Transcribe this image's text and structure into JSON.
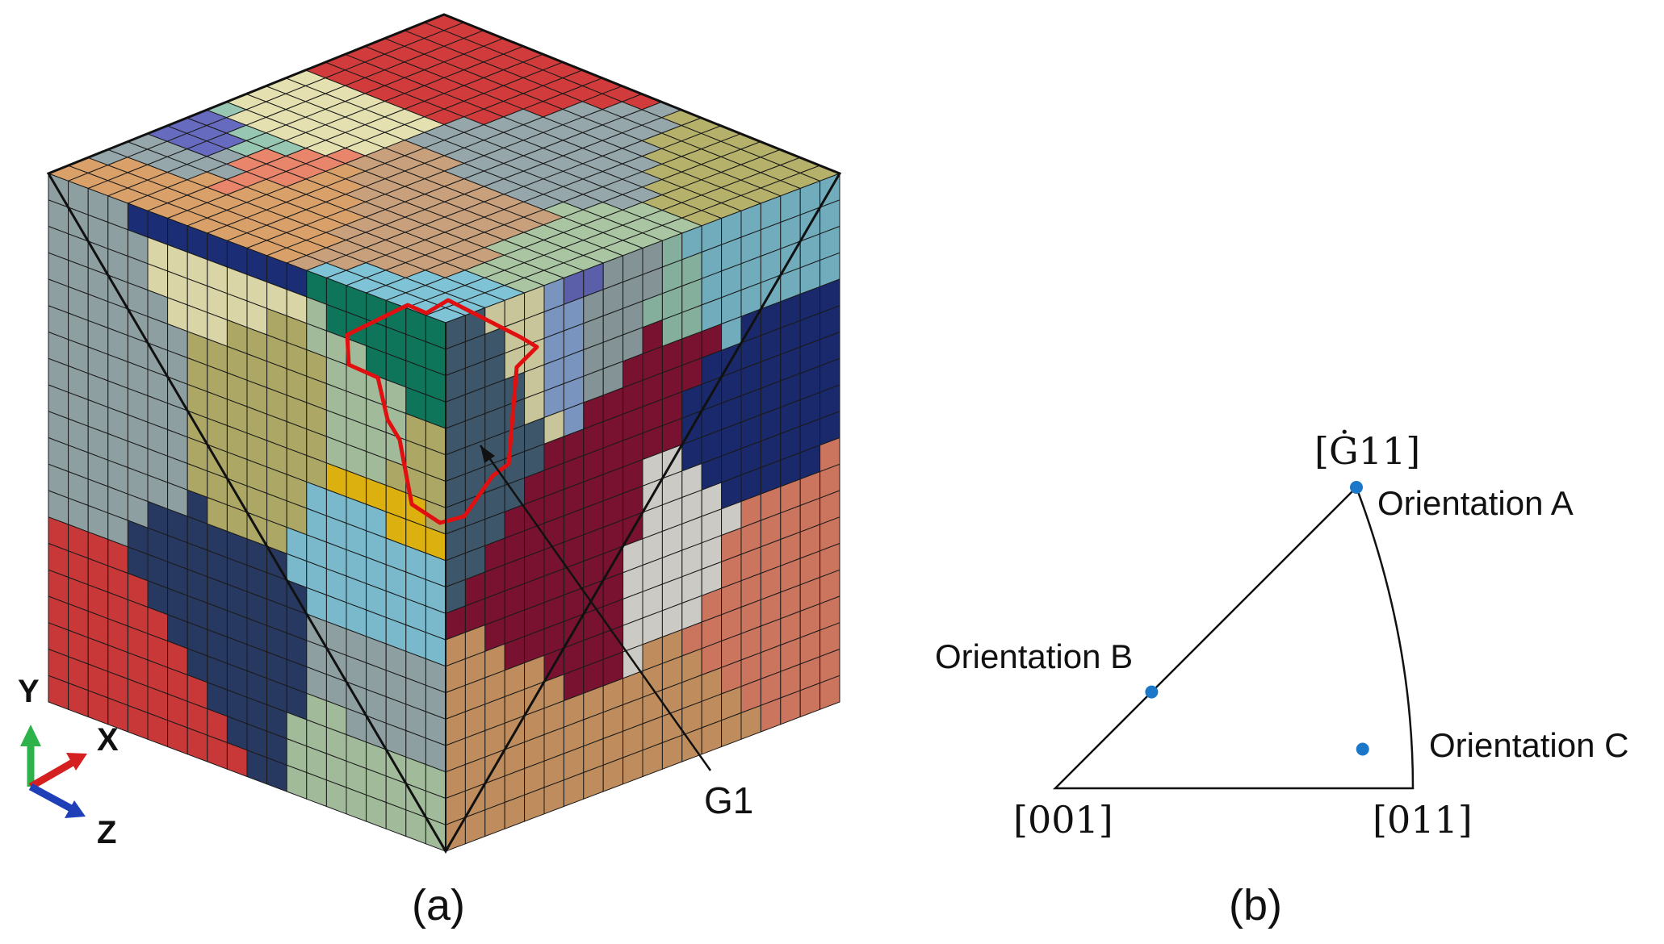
{
  "panel_a": {
    "caption": "(a)",
    "grain_label": "G1",
    "axes": {
      "y": "Y",
      "x": "X",
      "z": "Z"
    },
    "colors": {
      "grain_outline": "#e01010",
      "axis_y": "#2db34a",
      "axis_x": "#d42020",
      "axis_z": "#1f3fb8",
      "palette": [
        "#e8856b",
        "#b5b06a",
        "#a9c5a2",
        "#a6a8d4",
        "#1c2f7a",
        "#e8b90f",
        "#8aa8d8",
        "#7fc3d6",
        "#d9a06a",
        "#97c7b2",
        "#8a1537",
        "#e4e0b0",
        "#c8a07c",
        "#456279",
        "#676bbf",
        "#0f7a5f",
        "#d23b3b",
        "#2a3c66",
        "#95a7ab",
        "#e8e6e0"
      ]
    }
  },
  "panel_b": {
    "caption": "(b)",
    "vertices": {
      "top": "[Ġ11]",
      "left": "[001]",
      "right": "[011]"
    },
    "orientations": [
      {
        "name": "Orientation A",
        "u": 1.0,
        "v": 1.0
      },
      {
        "name": "Orientation B",
        "u": 0.32,
        "v": 0.32
      },
      {
        "name": "Orientation C",
        "u": 0.88,
        "v": 0.13
      }
    ],
    "colors": {
      "point": "#1b78c8",
      "frame": "#111111"
    }
  }
}
